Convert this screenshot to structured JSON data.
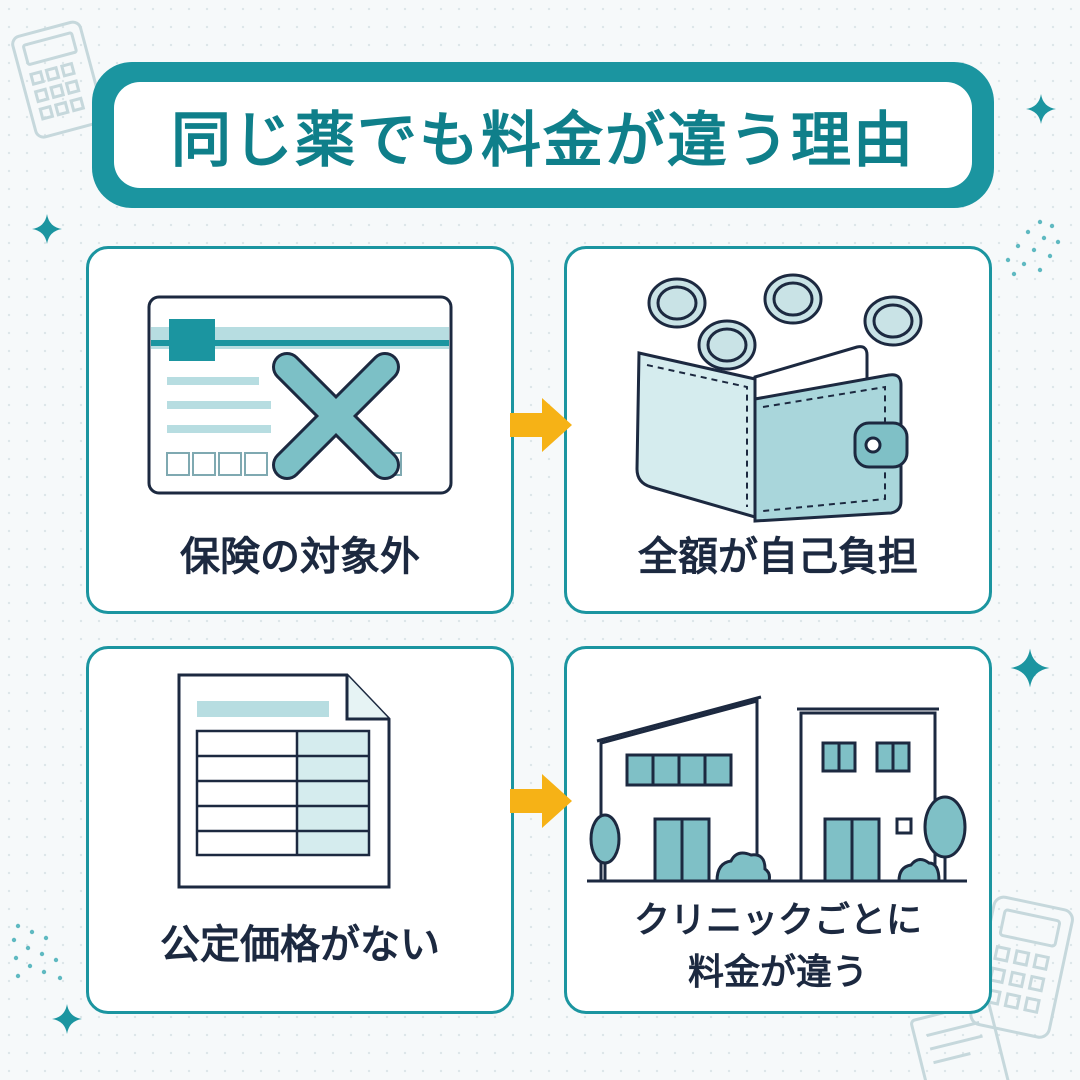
{
  "title": "同じ薬でも料金が違う理由",
  "cards": [
    {
      "label": "保険の対象外",
      "icon": "insurance-card-crossed-icon"
    },
    {
      "label": "全額が自己負担",
      "icon": "wallet-with-coins-icon"
    },
    {
      "label": "公定価格がない",
      "icon": "price-table-document-icon"
    },
    {
      "label_lines": [
        "クリニックごとに",
        "料金が違う"
      ],
      "icon": "clinic-buildings-icon"
    }
  ],
  "arrows": [
    "arrow-right-icon",
    "arrow-right-icon"
  ],
  "colors": {
    "primary": "#1b95a0",
    "light_teal": "#d5ecee",
    "text_dark": "#1c2940",
    "arrow": "#f6b216"
  }
}
